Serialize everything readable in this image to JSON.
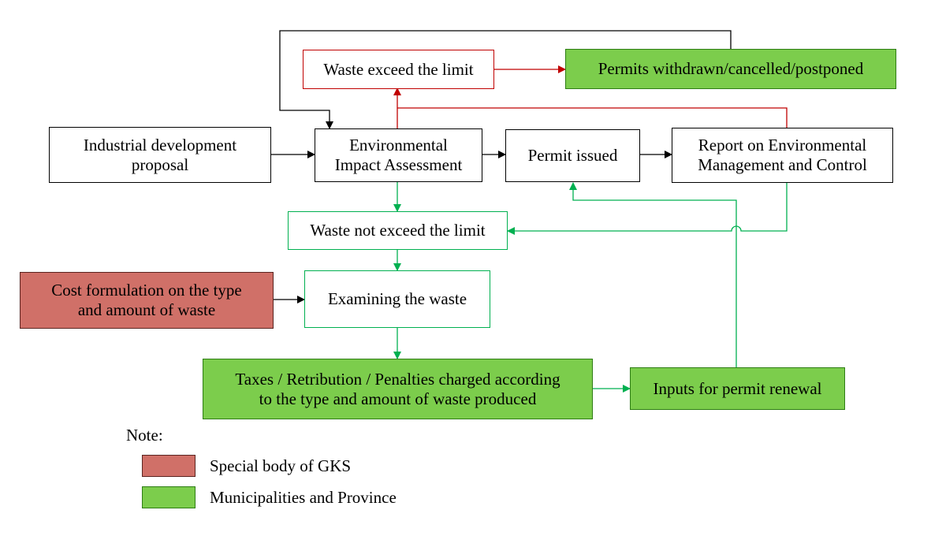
{
  "boxes": {
    "waste_exceed": "Waste exceed the limit",
    "permits_withdrawn": "Permits withdrawn/cancelled/postponed",
    "industrial_line1": "Industrial development",
    "industrial_line2": "proposal",
    "eia_line1": "Environmental",
    "eia_line2": "Impact Assessment",
    "permit_issued": "Permit issued",
    "report_line1": "Report on Environmental",
    "report_line2": "Management and Control",
    "waste_not_exceed": "Waste not exceed the limit",
    "cost_line1": "Cost formulation on the type",
    "cost_line2": "and amount of waste",
    "examining": "Examining the waste",
    "taxes_line1": "Taxes / Retribution / Penalties charged according",
    "taxes_line2": "to the type and amount of waste produced",
    "inputs_renewal": "Inputs for permit renewal"
  },
  "legend": {
    "note": "Note:",
    "special_body": "Special body of GKS",
    "municipalities": "Municipalities and Province"
  },
  "colors": {
    "black_line": "#000000",
    "red_line": "#c00000",
    "green_line": "#00b050",
    "green_fill": "#7ccd4c",
    "red_fill": "#d07068"
  }
}
